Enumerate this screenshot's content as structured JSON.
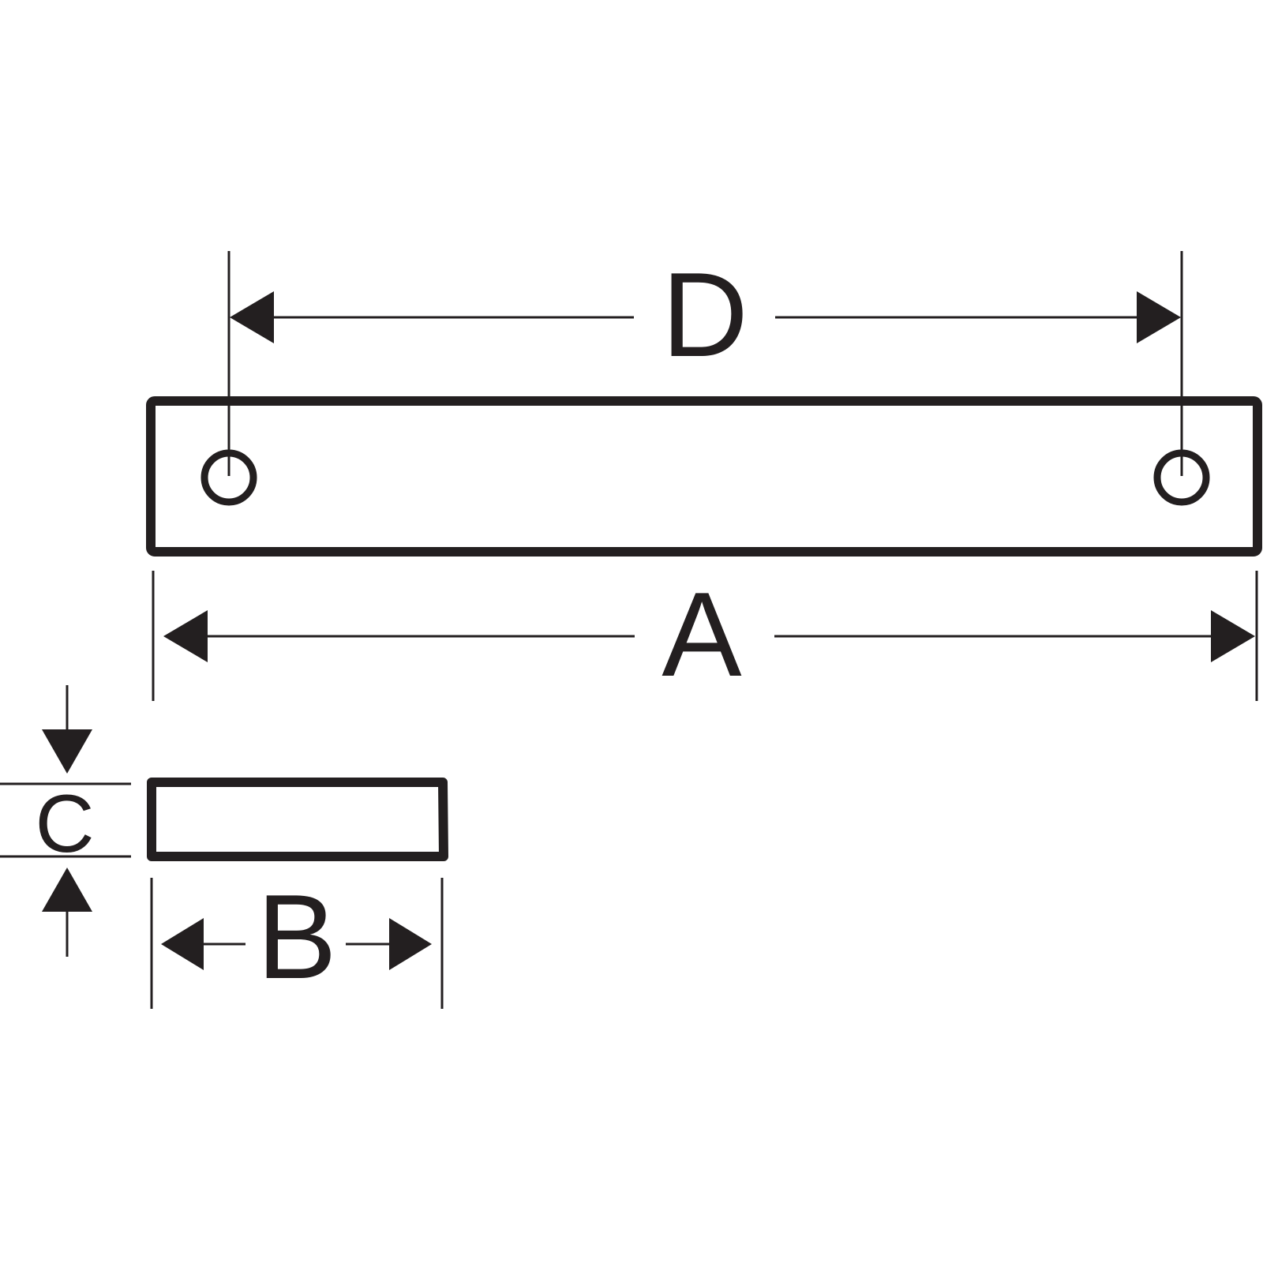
{
  "colors": {
    "ink": "#231f20",
    "background": "#ffffff"
  },
  "dimensions": {
    "overall_length": "A",
    "width": "B",
    "thickness": "C",
    "hole_spacing": "D"
  }
}
